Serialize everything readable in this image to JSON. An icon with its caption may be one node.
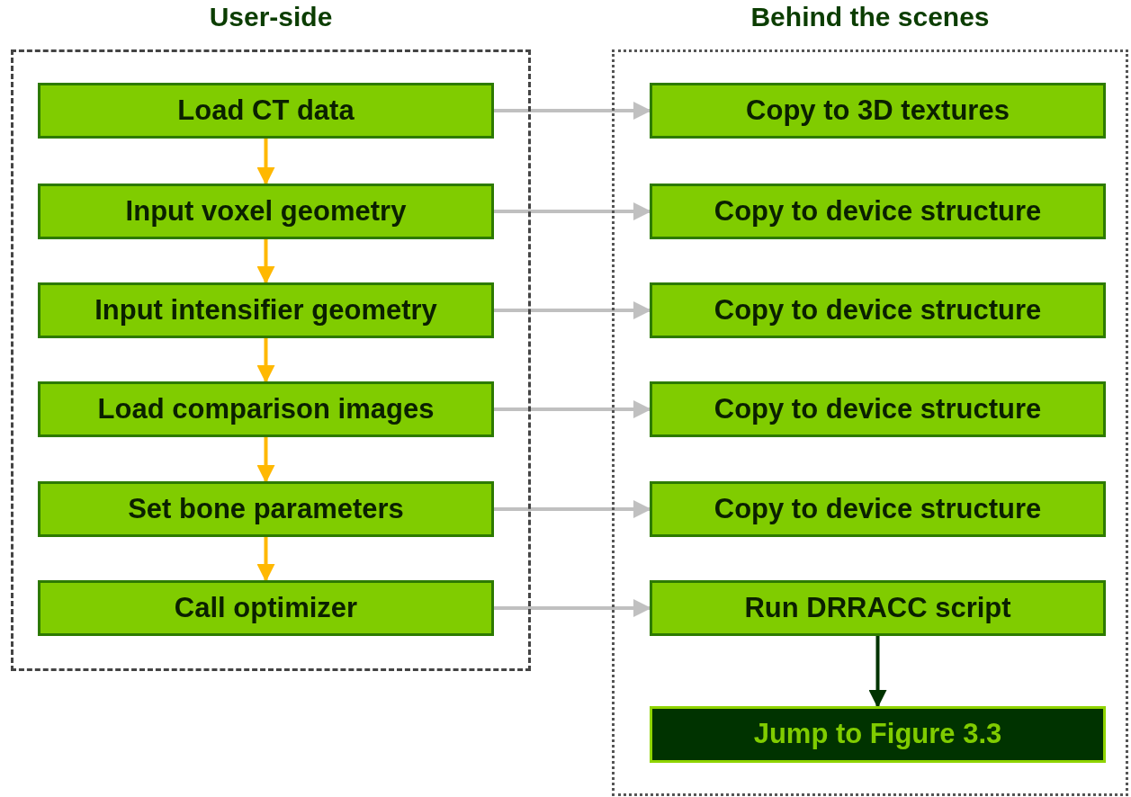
{
  "diagram": {
    "nodes": [
      {
        "text": [
          "User-side"
        ]
      },
      {
        "text": [
          "Load CT data"
        ],
        "in": 0
      },
      {
        "text": [
          "Input voxel geometry"
        ],
        "in": 0
      },
      {
        "text": [
          "Input intensifier geometry"
        ],
        "in": 0
      },
      {
        "text": [
          "Load comparison images"
        ],
        "in": 0
      },
      {
        "text": [
          "Set bone parameters"
        ],
        "in": 0
      },
      {
        "text": [
          "Call optimizer"
        ],
        "in": 0
      },
      {
        "text": [
          "Behind the scenes"
        ]
      },
      {
        "text": [
          "Copy to 3D textures"
        ],
        "in": 7
      },
      {
        "text": [
          "Copy to device structure"
        ],
        "in": 7
      },
      {
        "text": [
          "Copy to device structure"
        ],
        "in": 7
      },
      {
        "text": [
          "Copy to device structure"
        ],
        "in": 7
      },
      {
        "text": [
          "Copy to device structure"
        ],
        "in": 7
      },
      {
        "text": [
          "Run DRRACC script"
        ],
        "in": 7
      },
      {
        "text": [
          "Jump to Figure 3.3"
        ],
        "in": 7
      }
    ],
    "edges": [
      {
        "from": 1,
        "to": 2,
        "arrow": "to",
        "color": "#ffb800"
      },
      {
        "from": 2,
        "to": 3,
        "arrow": "to",
        "color": "#ffb800"
      },
      {
        "from": 3,
        "to": 4,
        "arrow": "to",
        "color": "#ffb800"
      },
      {
        "from": 4,
        "to": 5,
        "arrow": "to",
        "color": "#ffb800"
      },
      {
        "from": 5,
        "to": 6,
        "arrow": "to",
        "color": "#ffb800"
      },
      {
        "from": 1,
        "to": 8,
        "arrow": "to"
      },
      {
        "from": 2,
        "to": 9,
        "arrow": "to"
      },
      {
        "from": 3,
        "to": 10,
        "arrow": "to"
      },
      {
        "from": 4,
        "to": 11,
        "arrow": "to"
      },
      {
        "from": 5,
        "to": 12,
        "arrow": "to"
      },
      {
        "from": 6,
        "to": 13,
        "arrow": "to"
      },
      {
        "from": 13,
        "to": 14,
        "arrow": "to",
        "color": "#003300"
      }
    ]
  }
}
